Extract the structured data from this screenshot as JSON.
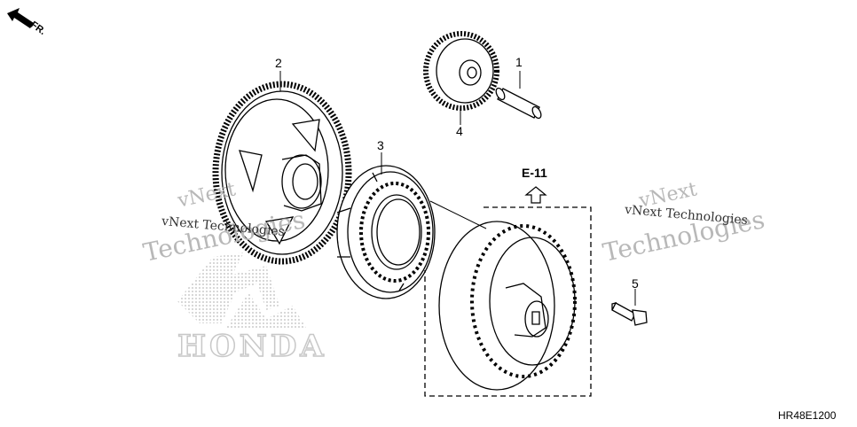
{
  "orientation": {
    "label": "FR."
  },
  "callouts": [
    {
      "number": "1",
      "part": "shaft"
    },
    {
      "number": "2",
      "part": "large-gear"
    },
    {
      "number": "3",
      "part": "one-way-clutch"
    },
    {
      "number": "4",
      "part": "idle-gear"
    },
    {
      "number": "5",
      "part": "flange-bolt"
    }
  ],
  "reference": {
    "label": "E-11"
  },
  "diagram_code": "HR48E1200",
  "watermarks": {
    "left_small": "vNext Technologies",
    "left_large_1": "vNext",
    "left_large_2": "Technologies",
    "right_small": "vNext Technologies",
    "right_large_1": "vNext",
    "right_large_2": "Technologies"
  },
  "brand_logo": "HONDA",
  "colors": {
    "line": "#000000",
    "watermark": "#b8b8b8",
    "logo": "#c8c8c8"
  }
}
